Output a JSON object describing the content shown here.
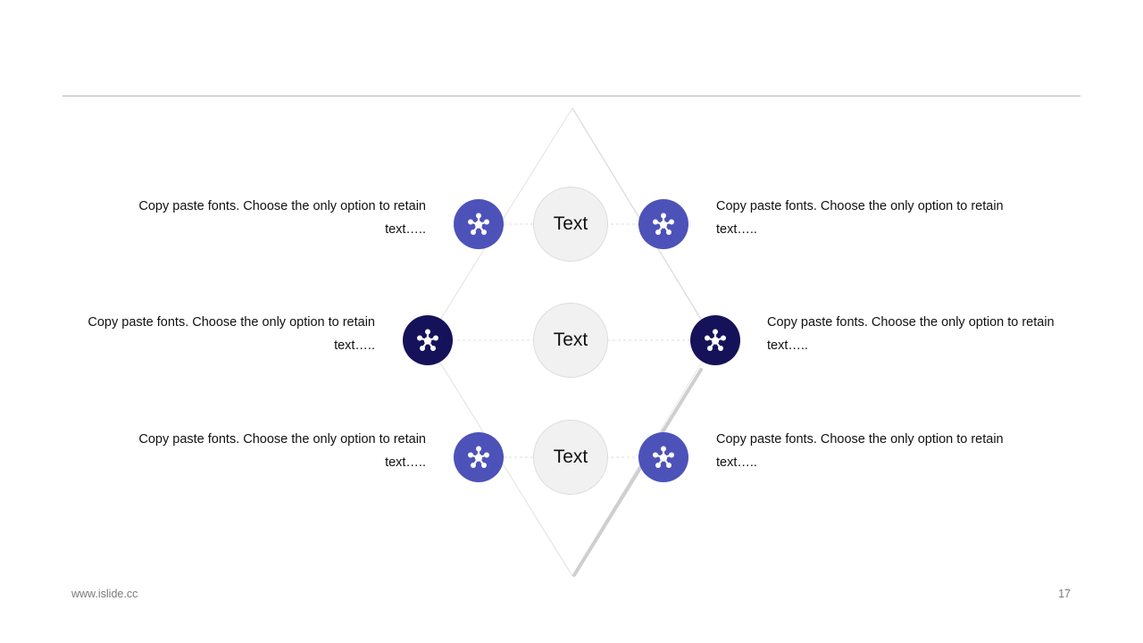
{
  "colors": {
    "light_node": "#4d52b9",
    "dark_node": "#16125a",
    "icon_fill": "#ffffff"
  },
  "diagram": {
    "centers": [
      {
        "label": "Text"
      },
      {
        "label": "Text"
      },
      {
        "label": "Text"
      }
    ],
    "items": [
      {
        "side": "left",
        "row": "top",
        "text": "Copy paste fonts. Choose the only option to retain text…..",
        "tone": "light",
        "icon": "molecule-icon"
      },
      {
        "side": "right",
        "row": "top",
        "text": "Copy paste fonts. Choose the only option to retain text…..",
        "tone": "light",
        "icon": "molecule-icon"
      },
      {
        "side": "left",
        "row": "middle",
        "text": "Copy paste fonts. Choose the only option to retain text…..",
        "tone": "dark",
        "icon": "molecule-icon"
      },
      {
        "side": "right",
        "row": "middle",
        "text": "Copy paste fonts. Choose the only option to retain text…..",
        "tone": "dark",
        "icon": "molecule-icon"
      },
      {
        "side": "left",
        "row": "bottom",
        "text": "Copy paste fonts. Choose the only option to retain text…..",
        "tone": "light",
        "icon": "molecule-icon"
      },
      {
        "side": "right",
        "row": "bottom",
        "text": "Copy paste fonts. Choose the only option to retain text…..",
        "tone": "light",
        "icon": "molecule-icon"
      }
    ]
  },
  "footer": {
    "website": "www.islide.cc",
    "page_number": "17"
  }
}
